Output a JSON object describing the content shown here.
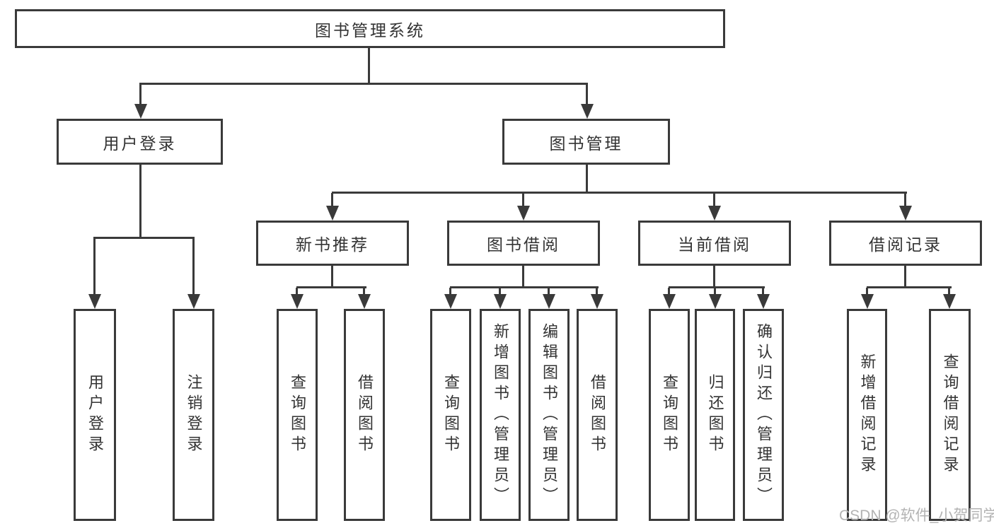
{
  "diagram": {
    "root": {
      "label": "图书管理系统"
    },
    "user_login": {
      "label": "用户登录",
      "children": [
        {
          "label": "用户登录"
        },
        {
          "label": "注销登录"
        }
      ]
    },
    "book_mgmt": {
      "label": "图书管理",
      "sections": [
        {
          "label": "新书推荐",
          "children": [
            {
              "label": "查询图书"
            },
            {
              "label": "借阅图书"
            }
          ]
        },
        {
          "label": "图书借阅",
          "children": [
            {
              "label": "查询图书"
            },
            {
              "label": "新增图书（管理员）"
            },
            {
              "label": "编辑图书（管理员）"
            },
            {
              "label": "借阅图书"
            }
          ]
        },
        {
          "label": "当前借阅",
          "children": [
            {
              "label": "查询图书"
            },
            {
              "label": "归还图书"
            },
            {
              "label": "确认归还（管理员）"
            }
          ]
        },
        {
          "label": "借阅记录",
          "children": [
            {
              "label": "新增借阅记录"
            },
            {
              "label": "查询借阅记录"
            }
          ]
        }
      ]
    }
  },
  "watermark": {
    "text": "CSDN @软件_小贺同学"
  },
  "colors": {
    "line": "#3a3a3a",
    "text": "#333333",
    "watermark": "#b3b3b3",
    "background": "#ffffff"
  }
}
